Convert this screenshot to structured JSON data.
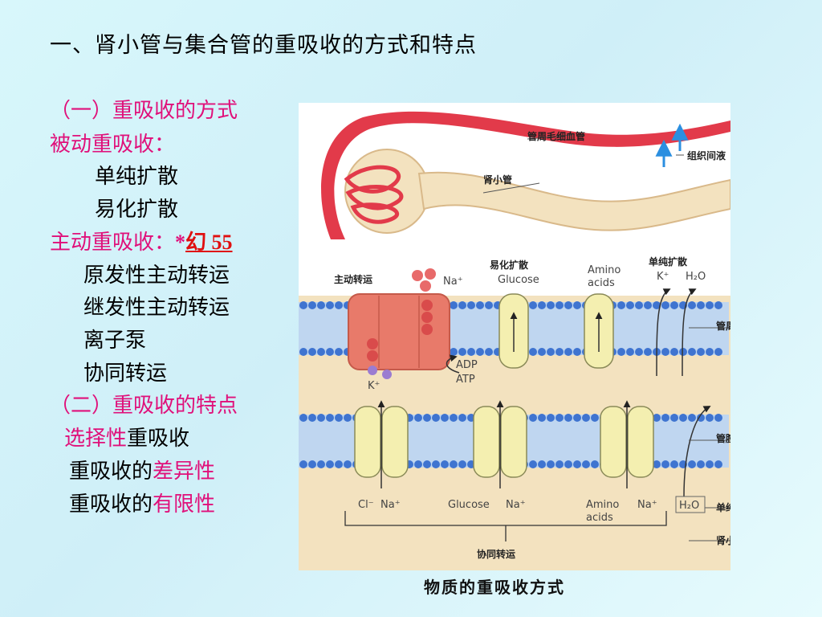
{
  "slide": {
    "title": "一、肾小管与集合管的重吸收的方式和特点"
  },
  "outline": {
    "section1": "（一）重吸收的方式",
    "passive": "被动重吸收：",
    "passive_items": [
      "单纯扩散",
      "易化扩散"
    ],
    "active_label": "主动重吸收：",
    "active_star": "*",
    "active_link": "幻 55",
    "active_items": [
      "原发性主动转运",
      "继发性主动转运",
      "离子泵",
      "协同转运"
    ],
    "section2": "（二）重吸收的特点",
    "feature1_pink": "选择性",
    "feature1_black": "重吸收",
    "feature2_black": "重吸收的",
    "feature2_pink": "差异性",
    "feature3_black": "重吸收的",
    "feature3_pink": "有限性"
  },
  "diagram": {
    "caption": "物质的重吸收方式",
    "labels": {
      "capillary": "管周毛细血管",
      "interstitial": "组织间液",
      "tubule_top": "肾小管",
      "active_transport": "主动转运",
      "facilitated": "易化扩散",
      "simple_top": "单纯扩散",
      "peritubular_membrane": "管周膜",
      "luminal_membrane": "管腔膜",
      "simple_bottom": "单纯扩散",
      "tubule_bottom": "肾小管",
      "cotransport": "协同转运",
      "na_top": "Na⁺",
      "glucose_top": "Glucose",
      "amino_top_1": "Amino",
      "amino_top_2": "acids",
      "k_top": "K⁺",
      "h2o_top": "H₂O",
      "adp": "ADP",
      "atp": "ATP",
      "k_pump": "K⁺",
      "cl_bottom": "Cl⁻",
      "na_bottom_1": "Na⁺",
      "glucose_bottom": "Glucose",
      "na_bottom_2": "Na⁺",
      "amino_bottom_1": "Amino",
      "amino_bottom_2": "acids",
      "na_bottom_3": "Na⁺",
      "h2o_bottom": "H₂O"
    },
    "colors": {
      "capillary": "#e23a4a",
      "tubule": "#f3e2bf",
      "membrane_head": "#3f74d0",
      "pump": "#e87a6a",
      "channel": "#f4efb0",
      "accent_arrow": "#2b8fe0"
    }
  }
}
